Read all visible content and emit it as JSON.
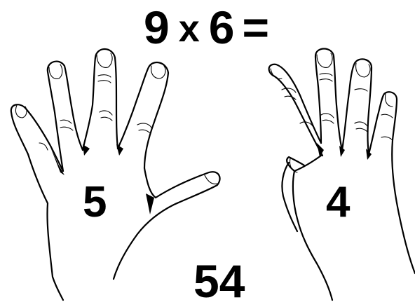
{
  "equation": {
    "a": "9",
    "times": "x",
    "b": "6",
    "equals": "="
  },
  "left_hand": {
    "count": "5"
  },
  "right_hand": {
    "count": "4"
  },
  "result": "54",
  "icons": [
    "left-hand-icon",
    "right-hand-icon"
  ]
}
